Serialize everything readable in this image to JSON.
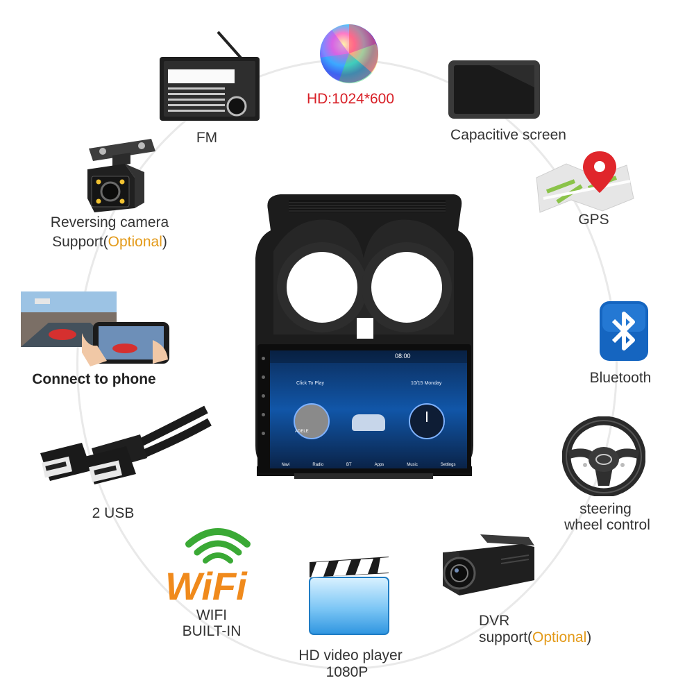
{
  "features": {
    "fm": {
      "label": "FM",
      "icon": "radio-icon"
    },
    "hd": {
      "label": "HD:1024*600",
      "icon": "color-sphere-icon"
    },
    "capacitive": {
      "label": "Capacitive screen",
      "icon": "screen-icon"
    },
    "gps": {
      "label": "GPS",
      "icon": "map-pin-icon"
    },
    "bluetooth": {
      "label": "Bluetooth",
      "icon": "bluetooth-icon"
    },
    "steering": {
      "line1": "steering",
      "line2": "wheel control",
      "icon": "steering-wheel-icon"
    },
    "dvr": {
      "line1": "DVR",
      "line2_prefix": "support(",
      "line2_optional": "Optional",
      "line2_suffix": ")",
      "icon": "dashcam-icon"
    },
    "video": {
      "line1": "HD video player",
      "line2": "1080P",
      "icon": "clapperboard-icon"
    },
    "wifi": {
      "logo": "WiFi",
      "line1": "WIFI",
      "line2": "BUILT-IN",
      "icon": "wifi-icon"
    },
    "usb": {
      "label": "2 USB",
      "icon": "usb-cable-icon"
    },
    "phone": {
      "label": "Connect to phone",
      "icon": "phone-mirroring-icon"
    },
    "camera": {
      "line1": "Reversing camera",
      "line2_prefix": "Support(",
      "line2_optional": "Optional",
      "line2_suffix": ")",
      "icon": "camera-icon"
    }
  },
  "screen": {
    "time": "08:00",
    "click_to_play": "Click To Play",
    "date": "10/15 Monday",
    "album": "ADELE",
    "nav": [
      "Navi",
      "Radio",
      "BT",
      "Apps",
      "Music",
      "Settings"
    ]
  },
  "colors": {
    "optional": "#e39a19",
    "hd_red": "#d81f26",
    "bluetooth_blue": "#1565c0",
    "wifi_green": "#3aa935",
    "wifi_orange": "#f08a1c",
    "wifi_blue": "#1f88d6"
  }
}
